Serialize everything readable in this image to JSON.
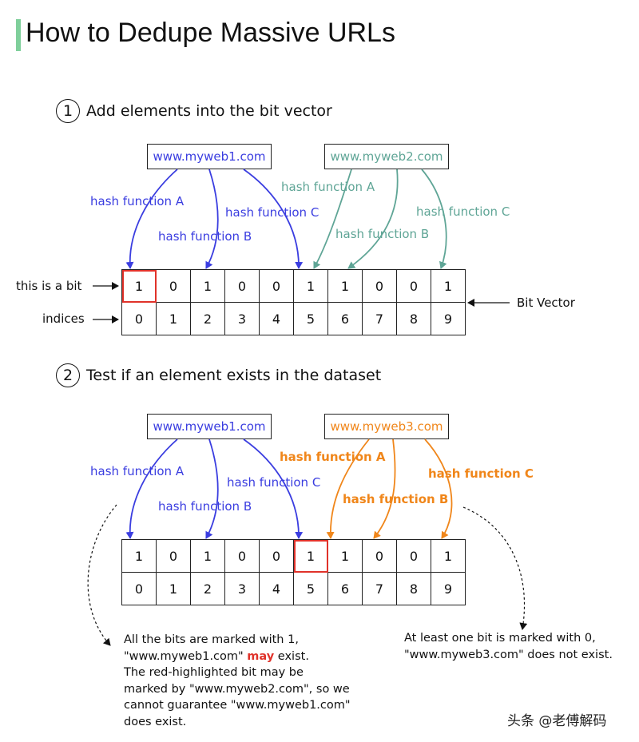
{
  "title": "How to Dedupe Massive URLs",
  "colors": {
    "blue": "#3a3de0",
    "teal": "#5fa596",
    "orange": "#f0861a",
    "red": "#e0322a",
    "accent_bar": "#7fcf9b"
  },
  "section1": {
    "number": "1",
    "heading": "Add elements into the bit vector",
    "url1": "www.myweb1.com",
    "url2": "www.myweb2.com",
    "url1_hashes": [
      "hash function A",
      "hash function B",
      "hash function C"
    ],
    "url2_hashes": [
      "hash function A",
      "hash function B",
      "hash function C"
    ],
    "bits": [
      "1",
      "0",
      "1",
      "0",
      "0",
      "1",
      "1",
      "0",
      "0",
      "1"
    ],
    "indices": [
      "0",
      "1",
      "2",
      "3",
      "4",
      "5",
      "6",
      "7",
      "8",
      "9"
    ],
    "bit_label": "this is a bit",
    "indices_label": "indices",
    "vector_label": "Bit Vector"
  },
  "section2": {
    "number": "2",
    "heading": "Test if an element exists in the dataset",
    "url1": "www.myweb1.com",
    "url3": "www.myweb3.com",
    "url1_hashes": [
      "hash function A",
      "hash function B",
      "hash function C"
    ],
    "url3_hashes": [
      "hash function A",
      "hash function B",
      "hash function C"
    ],
    "bits": [
      "1",
      "0",
      "1",
      "0",
      "0",
      "1",
      "1",
      "0",
      "0",
      "1"
    ],
    "indices": [
      "0",
      "1",
      "2",
      "3",
      "4",
      "5",
      "6",
      "7",
      "8",
      "9"
    ],
    "note_left": {
      "line1": "All the bits are marked with 1,",
      "line2_pre": "\"www.myweb1.com\" ",
      "line2_may": "may",
      "line2_post": " exist.",
      "line3": "The red-highlighted bit may be",
      "line4": "marked by \"www.myweb2.com\", so we",
      "line5": "cannot guarantee \"www.myweb1.com\"",
      "line6": "does exist."
    },
    "note_right": {
      "line1": "At least one bit is marked with 0,",
      "line2": "\"www.myweb3.com\" does not exist."
    }
  },
  "watermark": "头条 @老傅解码"
}
